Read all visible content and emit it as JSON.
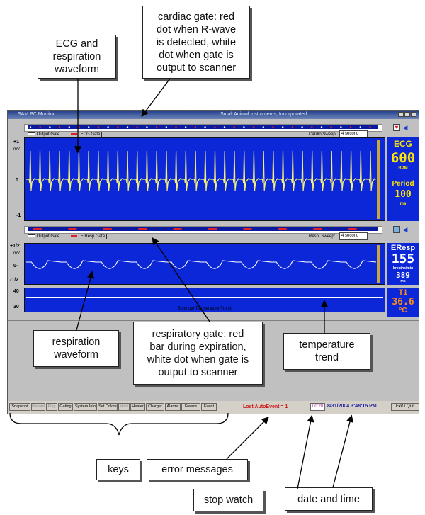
{
  "window": {
    "title": "SAM PC Monitor",
    "company": "Small Animal Instruments, Incorporated"
  },
  "ecg": {
    "legend_output": "Output Gate",
    "legend_gate": "ECG Gate",
    "sweep_label": "Cardio Sweep:",
    "sweep_value": "4 second",
    "scale": [
      "+1",
      "mV",
      "0",
      "-1"
    ],
    "panel_label": "ECG",
    "rate": "600",
    "rate_unit": "BPM",
    "period_label": "Period",
    "period": "100",
    "period_unit": "ms"
  },
  "resp": {
    "legend_output": "Output Gate",
    "legend_gate": "E Resp Gate",
    "sweep_label": "Resp. Sweep:",
    "sweep_value": "4 second",
    "scale": [
      "+1/2",
      "mV",
      "0-",
      "-1/2"
    ],
    "panel_label": "EResp",
    "rate": "155",
    "rate_unit": "breaths/min",
    "period": "389",
    "period_unit": "ms"
  },
  "temp": {
    "scale": [
      "40",
      "30"
    ],
    "trend_label": "5 minute Temperature Trend",
    "panel_label": "T1",
    "value": "36.6",
    "unit": "°C"
  },
  "keys": [
    "Snapshot",
    "Record",
    "Play",
    "Gating",
    "System Info",
    "Set Colors",
    "Hold",
    "Heater",
    "Charger",
    "Alarms",
    "Freeze",
    "Event"
  ],
  "disabled_keys": [
    "Record",
    "Play",
    "Hold"
  ],
  "status": {
    "error": "Lost AutoEvent = 1",
    "stopwatch": "00:20",
    "datetime": "8/31/2004 3:48:15 PM",
    "exit": "Exit / Quit"
  },
  "callouts": {
    "ecg": "ECG and\nrespiration\nwaveform",
    "cardiac": "cardiac gate: red\ndot when R-wave\nis detected, white\ndot when gate is\noutput to scanner",
    "resp_wave": "respiration\nwaveform",
    "resp_gate": "respiratory gate: red\nbar during expiration,\nwhite dot when gate is\noutput to scanner",
    "temp": "temperature\ntrend",
    "keys": "keys",
    "error": "error messages",
    "stopwatch": "stop watch",
    "datetime": "date and time"
  },
  "colors": {
    "panel_blue": "#0b27d8",
    "trace_yellow": "#f5f07a",
    "trace_white": "#ffffff",
    "readout_yellow": "#ffe600",
    "readout_white": "#ffffff",
    "readout_orange": "#ff8c1a",
    "gate_red": "#e0202a"
  }
}
